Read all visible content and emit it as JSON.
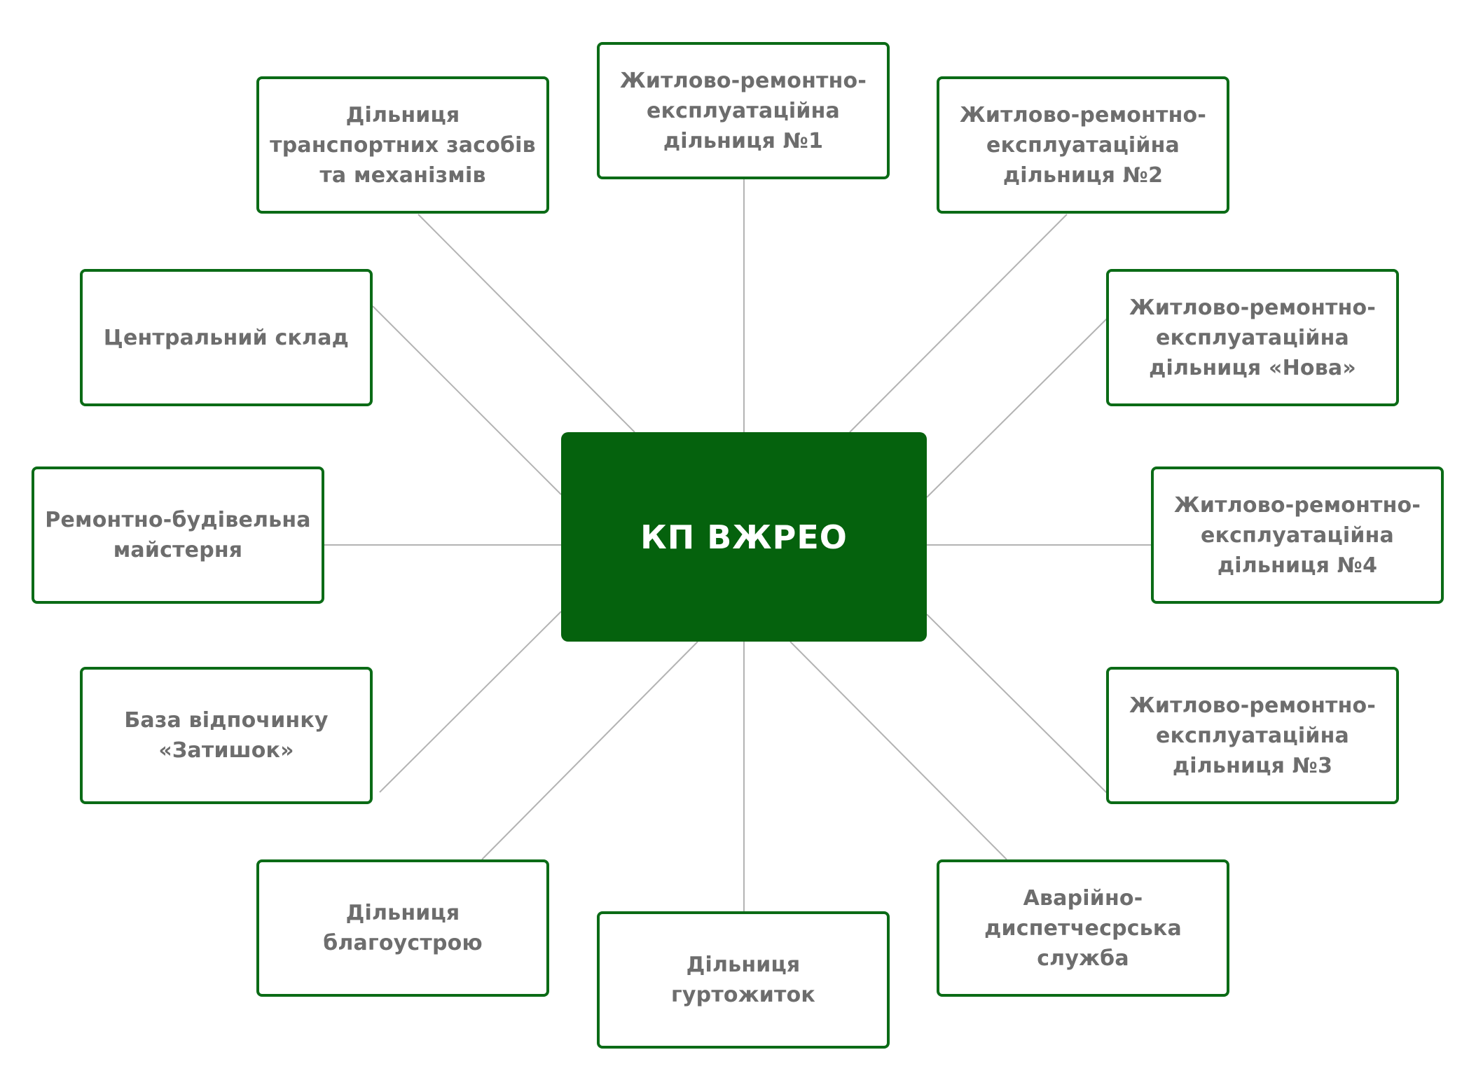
{
  "center": {
    "label": "КП ВЖРЕО"
  },
  "nodes": [
    {
      "id": "zhred-1",
      "label": "Житлово-ремонтно-\nексплуатаційна\nдільниця №1"
    },
    {
      "id": "zhred-2",
      "label": "Житлово-ремонтно-\nексплуатаційна\nдільниця №2"
    },
    {
      "id": "zhred-nova",
      "label": "Житлово-ремонтно-\nексплуатаційна\nдільниця «Нова»"
    },
    {
      "id": "zhred-4",
      "label": "Житлово-ремонтно-\nексплуатаційна\nдільниця №4"
    },
    {
      "id": "zhred-3",
      "label": "Житлово-ремонтно-\nексплуатаційна\nдільниця №3"
    },
    {
      "id": "emergency-dispatch",
      "label": "Аварійно-\nдиспетчесрська\nслужба"
    },
    {
      "id": "dormitory",
      "label": "Дільниця\nгуртожиток"
    },
    {
      "id": "landscaping",
      "label": "Дільниця\nблагоустрою"
    },
    {
      "id": "recreation-base",
      "label": "База відпочинку\n«Затишок»"
    },
    {
      "id": "repair-workshop",
      "label": "Ремонтно-будівельна\nмайстерня"
    },
    {
      "id": "central-warehouse",
      "label": "Центральний склад"
    },
    {
      "id": "transport",
      "label": "Дільниця\nтранспортних засобів\nта механізмів"
    }
  ]
}
